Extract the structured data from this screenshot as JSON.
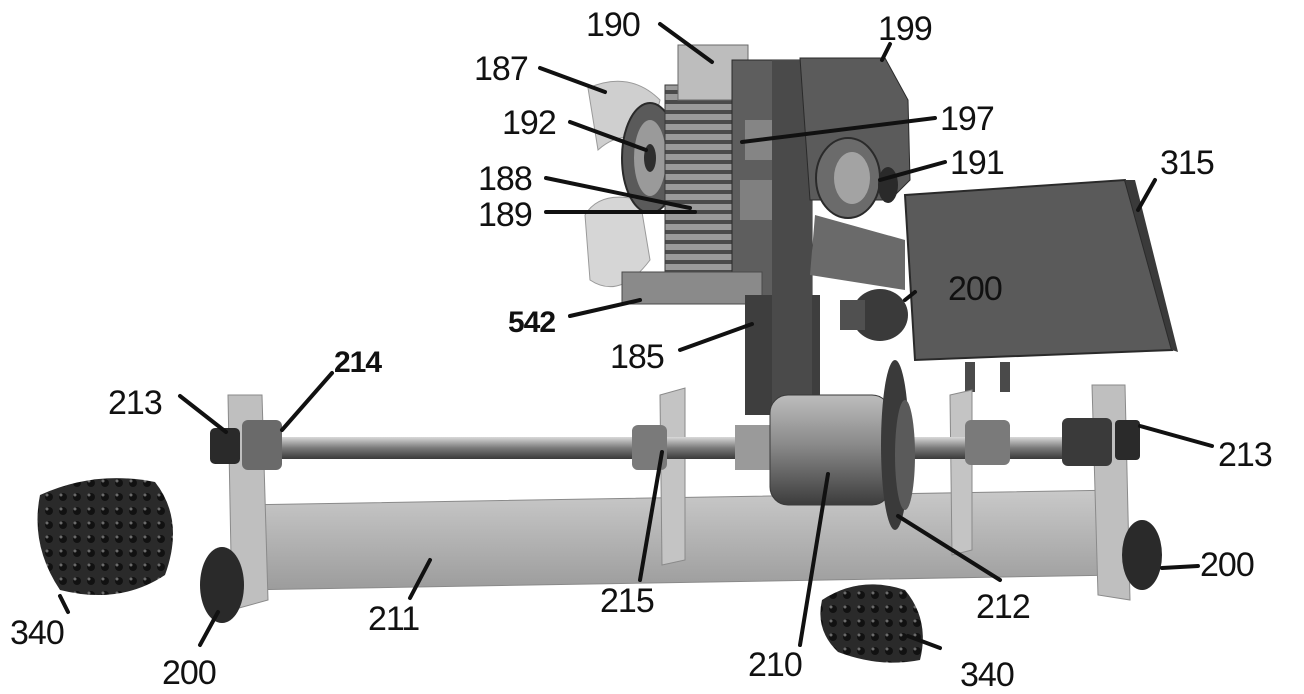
{
  "figure": {
    "labels": [
      {
        "id": "190",
        "text": "190"
      },
      {
        "id": "199",
        "text": "199"
      },
      {
        "id": "187",
        "text": "187"
      },
      {
        "id": "192",
        "text": "192"
      },
      {
        "id": "197",
        "text": "197"
      },
      {
        "id": "191",
        "text": "191"
      },
      {
        "id": "315",
        "text": "315"
      },
      {
        "id": "188",
        "text": "188"
      },
      {
        "id": "189",
        "text": "189"
      },
      {
        "id": "200-top",
        "text": "200"
      },
      {
        "id": "542",
        "text": "542"
      },
      {
        "id": "185",
        "text": "185"
      },
      {
        "id": "214",
        "text": "214"
      },
      {
        "id": "213-left",
        "text": "213"
      },
      {
        "id": "213-right",
        "text": "213"
      },
      {
        "id": "215",
        "text": "215"
      },
      {
        "id": "212",
        "text": "212"
      },
      {
        "id": "211",
        "text": "211"
      },
      {
        "id": "210",
        "text": "210"
      },
      {
        "id": "200-right",
        "text": "200"
      },
      {
        "id": "200-bottom",
        "text": "200"
      },
      {
        "id": "340-left",
        "text": "340"
      },
      {
        "id": "340-right",
        "text": "340"
      }
    ]
  }
}
